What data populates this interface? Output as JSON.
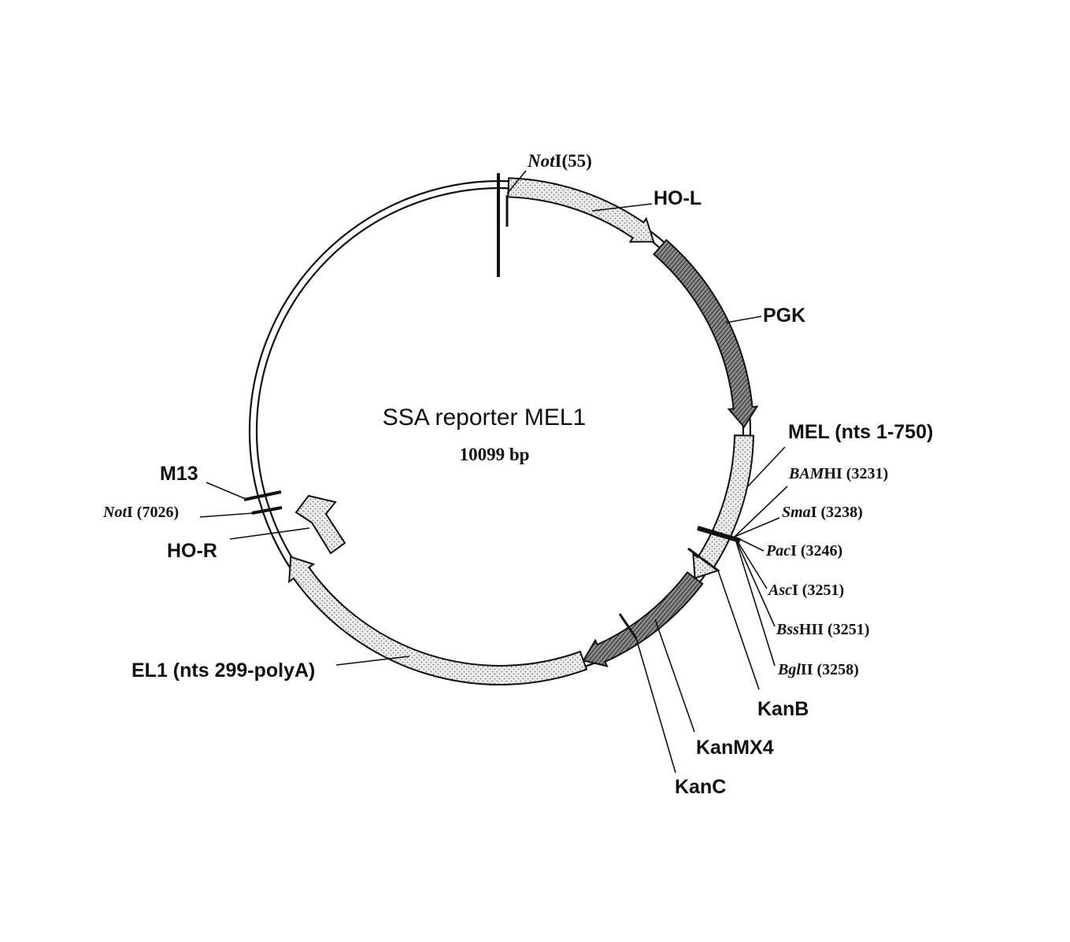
{
  "title": "SSA reporter MEL1",
  "size": "10099 bp",
  "colors": {
    "line": "#111111",
    "stipple": "#ececec",
    "stipple_dot": "#7a7a7a",
    "hatch": "#8a8a8a",
    "hatch_line": "#2a2a2a"
  },
  "features": [
    {
      "id": "ho-l",
      "label": "HO-L",
      "fill": "stipple"
    },
    {
      "id": "pgk",
      "label": "PGK",
      "fill": "hatch"
    },
    {
      "id": "mel",
      "label": "MEL (nts 1-750)",
      "fill": "stipple"
    },
    {
      "id": "kanmx4",
      "label": "KanMX4",
      "fill": "hatch"
    },
    {
      "id": "el1",
      "label": "EL1 (nts 299-polyA)",
      "fill": "stipple"
    },
    {
      "id": "ho-r",
      "label": "HO-R",
      "fill": "stipple"
    }
  ],
  "markers": {
    "m13": "M13",
    "kanb": "KanB",
    "kanc": "KanC"
  },
  "sites": {
    "noti_55": {
      "italic": "Not",
      "rest": "I(55)"
    },
    "bamhi": {
      "italic": "BAM",
      "rest": "HI (3231)"
    },
    "smai": {
      "italic": "Sma",
      "rest": "I (3238)"
    },
    "paci": {
      "italic": "Pac",
      "rest": "I (3246)"
    },
    "asci": {
      "italic": "Asc",
      "rest": "I (3251)"
    },
    "bsshii": {
      "italic": "Bss",
      "rest": "HII (3251)"
    },
    "bglii": {
      "italic": "Bgl",
      "rest": "II (3258)"
    },
    "noti_7026": {
      "italic": "Not",
      "rest": "I (7026)"
    }
  }
}
